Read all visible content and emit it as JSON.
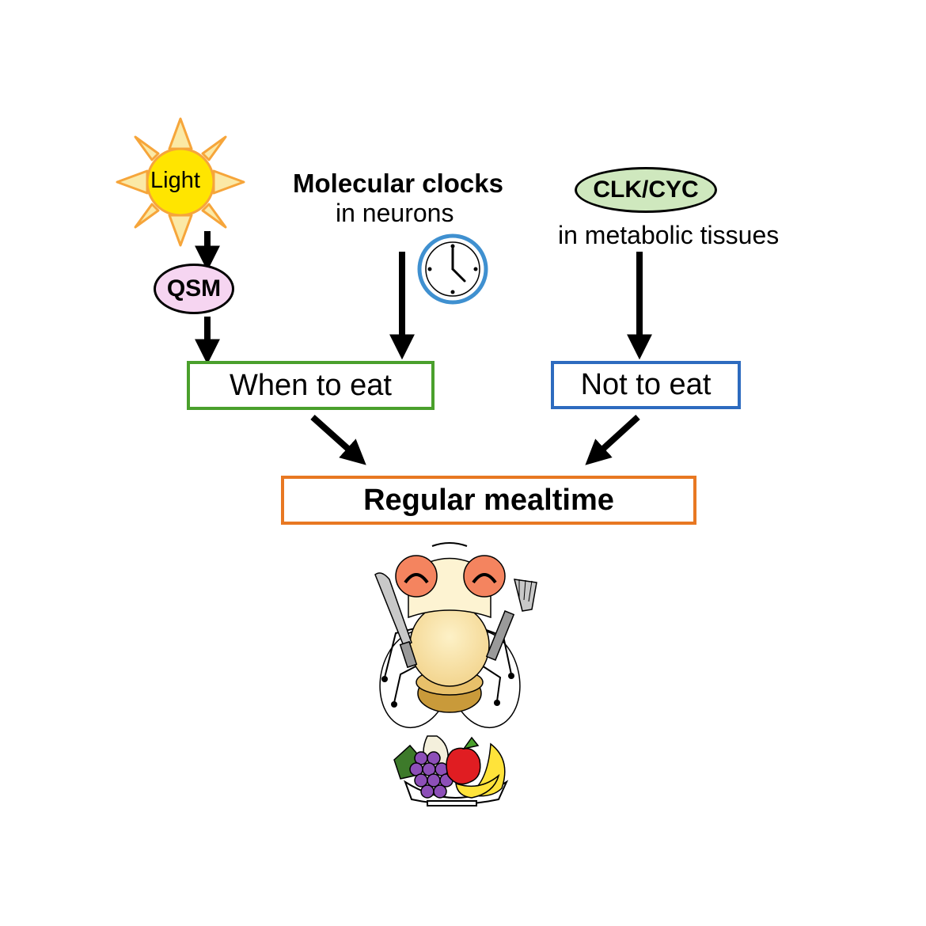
{
  "inputs": {
    "light": "Light",
    "qsm": "QSM",
    "clock_title": "Molecular clocks",
    "clock_subtitle": "in neurons",
    "clkcyc": "CLK/CYC",
    "clkcyc_subtitle": "in metabolic tissues"
  },
  "outputs": {
    "when": "When to eat",
    "not": "Not to eat",
    "regular": "Regular mealtime"
  },
  "colors": {
    "sun_core": "#ffe500",
    "sun_rays": "#f6a53a",
    "qsm_fill": "#f6d5f1",
    "clk_fill": "#cfe8be",
    "clock_ring": "#3f90d0",
    "when_border": "#4aa02c",
    "not_border": "#2d6bbf",
    "regular_border": "#e87822"
  }
}
